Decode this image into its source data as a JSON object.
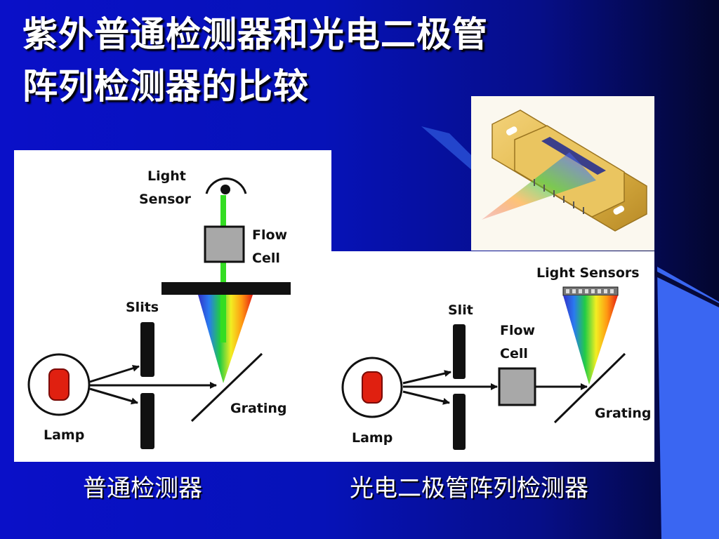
{
  "title": {
    "line1": "紫外普通检测器和光电二极管",
    "line2": "阵列检测器的比较"
  },
  "conventional": {
    "labels": {
      "light": "Light",
      "sensor": "Sensor",
      "flow": "Flow",
      "cell": "Cell",
      "slits": "Slits",
      "grating": "Grating",
      "lamp": "Lamp"
    },
    "caption": "普通检测器"
  },
  "pda": {
    "labels": {
      "light_sensors": "Light Sensors",
      "slit": "Slit",
      "flow": "Flow",
      "cell": "Cell",
      "grating": "Grating",
      "lamp": "Lamp"
    },
    "caption": "光电二极管阵列检测器"
  },
  "colors": {
    "background": "#0612b8",
    "accent_blue": "#3a66f2",
    "lamp_red": "#e02010",
    "beam_green": "#33dd22",
    "cell_gray": "#a8a8a8",
    "chip_gold": "#e2b84a"
  }
}
